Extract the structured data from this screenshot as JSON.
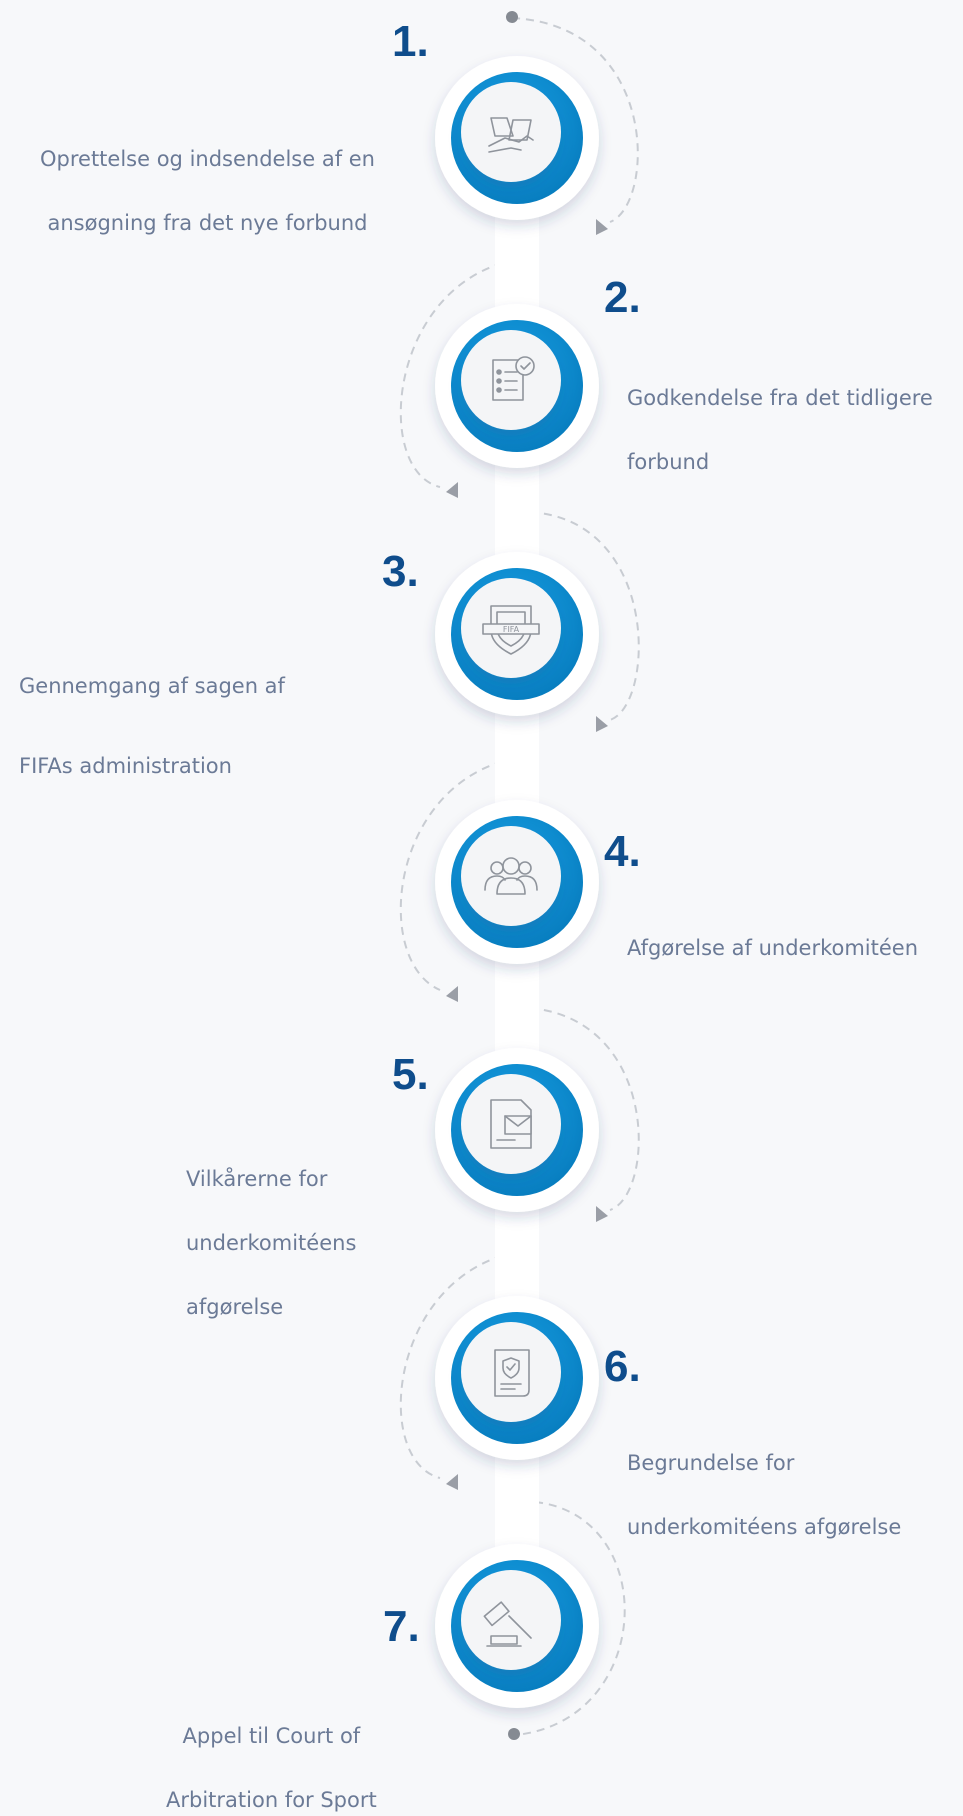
{
  "colors": {
    "background": "#f7f8fa",
    "ring": "#0e9be0",
    "ring_dark": "#087ec0",
    "number": "#0f4d8c",
    "label": "#6b7a96",
    "connector": "#c8ccd2",
    "icon": "#8f949c"
  },
  "steps": [
    {
      "number": "1.",
      "icon": "handshake-documents-icon",
      "lines": [
        "Oprettelse og indsendelse af en",
        "ansøgning fra det nye forbund"
      ]
    },
    {
      "number": "2.",
      "icon": "approved-document-icon",
      "lines": [
        "Godkendelse fra det tidligere",
        "forbund"
      ]
    },
    {
      "number": "3.",
      "icon": "fifa-shield-icon",
      "lines": [
        "Gennemgang af sagen af",
        "FIFAs  administration"
      ]
    },
    {
      "number": "4.",
      "icon": "committee-people-icon",
      "lines": [
        "Afgørelse af underkomitéen"
      ]
    },
    {
      "number": "5.",
      "icon": "mail-document-icon",
      "lines": [
        "Vilkårerne for",
        "underkomitéens",
        "afgørelse"
      ]
    },
    {
      "number": "6.",
      "icon": "certified-scroll-icon",
      "lines": [
        "Begrundelse for",
        "underkomitéens afgørelse"
      ]
    },
    {
      "number": "7.",
      "icon": "gavel-icon",
      "lines": [
        "Appel til Court of",
        "Arbitration for Sport"
      ]
    }
  ]
}
